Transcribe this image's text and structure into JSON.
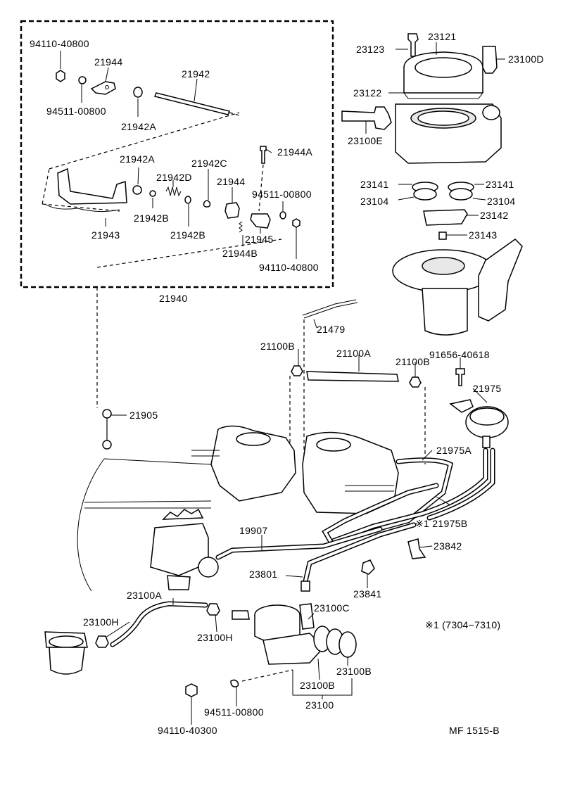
{
  "diagram": {
    "footer_code": "MF 1515-B",
    "note_ref": "※1 (7304−7310)",
    "labels": {
      "p94110_40800_a": "94110-40800",
      "p21944_a": "21944",
      "p21942": "21942",
      "p94511_00800_a": "94511-00800",
      "p21942A_a": "21942A",
      "p21942A_b": "21942A",
      "p21942C": "21942C",
      "p21944A": "21944A",
      "p21942D": "21942D",
      "p21944_b": "21944",
      "p94511_00800_b": "94511-00800",
      "p21942B_a": "21942B",
      "p21942B_b": "21942B",
      "p21945": "21945",
      "p21943": "21943",
      "p21944B": "21944B",
      "p94110_40800_b": "94110-40800",
      "p21940": "21940",
      "p23123": "23123",
      "p23121": "23121",
      "p23100D": "23100D",
      "p23122": "23122",
      "p23100E": "23100E",
      "p23141_a": "23141",
      "p23141_b": "23141",
      "p23104_a": "23104",
      "p23104_b": "23104",
      "p23142": "23142",
      "p23143": "23143",
      "p21479": "21479",
      "p21100B_a": "21100B",
      "p21100A": "21100A",
      "p21100B_b": "21100B",
      "p91656_40618": "91656-40618",
      "p21975": "21975",
      "p21905": "21905",
      "p21975A": "21975A",
      "p21975B": "※1 21975B",
      "p19907": "19907",
      "p23842": "23842",
      "p23801": "23801",
      "p23841": "23841",
      "p23100A": "23100A",
      "p23100C": "23100C",
      "p23100H_a": "23100H",
      "p23100H_b": "23100H",
      "p23100B_a": "23100B",
      "p23100B_b": "23100B",
      "p23100": "23100",
      "p94511_00800_c": "94511-00800",
      "p94110_40300": "94110-40300"
    }
  }
}
